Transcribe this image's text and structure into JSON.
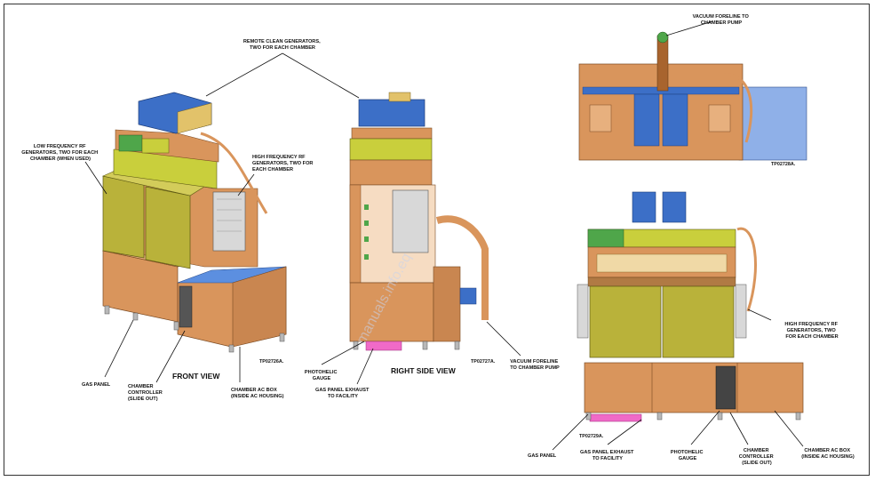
{
  "views": {
    "front": "FRONT VIEW",
    "right_side": "RIGHT SIDE VIEW"
  },
  "drawing_numbers": {
    "front": "TP02726A.",
    "side": "TP02727A.",
    "top": "TP02728A.",
    "back": "TP02729A."
  },
  "labels": {
    "remote_clean": [
      "REMOTE CLEAN GENERATORS,",
      "TWO FOR EACH CHAMBER"
    ],
    "low_freq": [
      "LOW FREQUENCY RF",
      "GENERATORS, TWO FOR EACH",
      "CHAMBER (WHEN USED)"
    ],
    "high_freq_front": [
      "HIGH FREQUENCY RF",
      "GENERATORS, TWO FOR",
      "EACH CHAMBER"
    ],
    "gas_panel_front": "GAS PANEL",
    "chamber_controller_front": [
      "CHAMBER",
      "CONTROLLER",
      "(SLIDE OUT)"
    ],
    "chamber_ac_front": [
      "CHAMBER AC BOX",
      "(INSIDE AC HOUSING)"
    ],
    "photohelic_side": [
      "PHOTOHELIC",
      "GAUGE"
    ],
    "gas_exhaust_side": [
      "GAS PANEL EXHAUST",
      "TO FACILITY"
    ],
    "vacuum_foreline_side": [
      "VACUUM FORELINE",
      "TO CHAMBER PUMP"
    ],
    "vacuum_foreline_top": [
      "VACUUM FORELINE TO",
      "CHAMBER PUMP"
    ],
    "high_freq_back": [
      "HIGH FREQUENCY RF",
      "GENERATORS, TWO",
      "FOR EACH CHAMBER"
    ],
    "gas_panel_back": "GAS PANEL",
    "gas_exhaust_back": [
      "GAS PANEL EXHAUST",
      "TO FACILITY"
    ],
    "photohelic_back": [
      "PHOTOHELIC",
      "GAUGE"
    ],
    "chamber_controller_back": [
      "CHAMBER",
      "CONTROLLER",
      "(SLIDE OUT)"
    ],
    "chamber_ac_back": [
      "CHAMBER AC BOX",
      "(INSIDE AC HOUSING)"
    ]
  },
  "colors": {
    "copper": "#d9955c",
    "copper_dark": "#a8642e",
    "olive": "#b9b23a",
    "olive_dark": "#8c861f",
    "blue": "#3c6fc7",
    "light_blue": "#8fb0e8",
    "green": "#4fa64a",
    "lime": "#c9cf3c",
    "pink": "#f06ac8",
    "gray": "#c8c8c8"
  },
  "watermark": "manuals.info.eq"
}
